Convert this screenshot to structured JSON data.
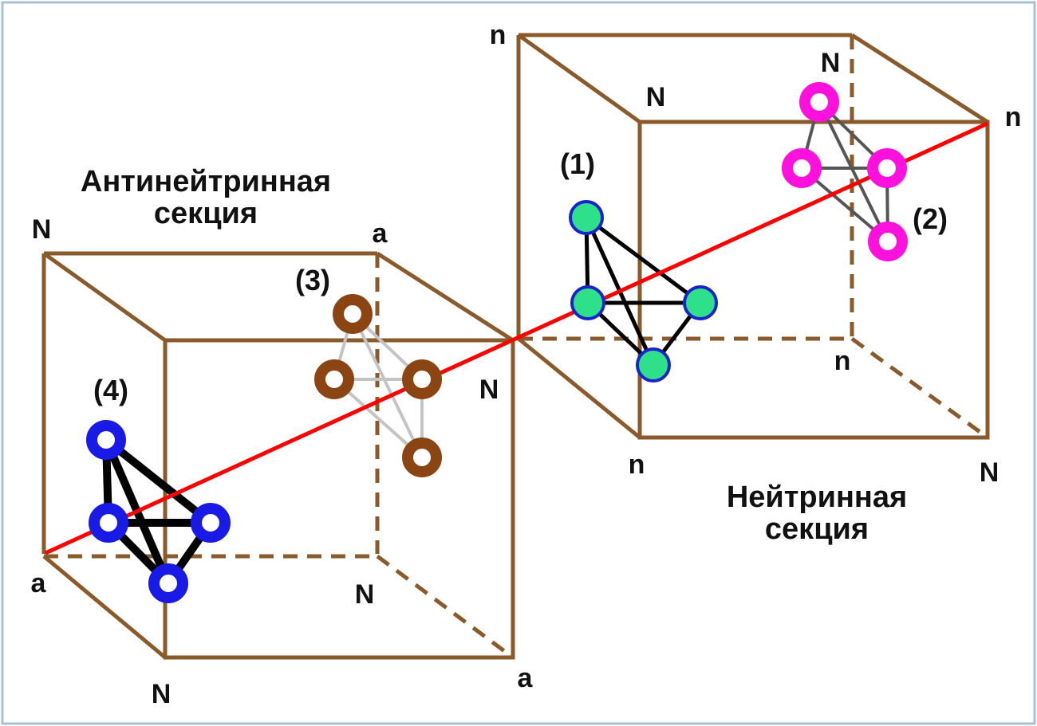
{
  "colors": {
    "frame": "#a9bfd6",
    "cube": "#8a5a2b",
    "axis": "#ff0000",
    "tetra_1_fill": "#2ee08a",
    "tetra_1_ring": "#1a22cc",
    "tetra_2": "#ff11dd",
    "tetra_3": "#8b4513",
    "tetra_4": "#1a1ae6"
  },
  "sections": {
    "antineutrino": {
      "title_line1": "Антинейтринная",
      "title_line2": "секция"
    },
    "neutrino": {
      "title_line1": "Нейтринная",
      "title_line2": "секция"
    }
  },
  "left_cube": {
    "corners": {
      "back_top_left": "N",
      "back_top_right": "a",
      "back_bottom_left": "a",
      "back_bottom_right": "N",
      "front_top_right": "N",
      "front_bottom_left": "N",
      "front_bottom_right": "a"
    }
  },
  "right_cube": {
    "corners": {
      "back_top_left": "n",
      "back_top_right": "N",
      "front_top_left": "N",
      "front_top_right": "n",
      "back_bottom_right": "n",
      "front_bottom_left": "n",
      "front_bottom_right": "N"
    }
  },
  "tetrahedra": [
    {
      "id": "1",
      "label": "(1)"
    },
    {
      "id": "2",
      "label": "(2)"
    },
    {
      "id": "3",
      "label": "(3)"
    },
    {
      "id": "4",
      "label": "(4)"
    }
  ]
}
